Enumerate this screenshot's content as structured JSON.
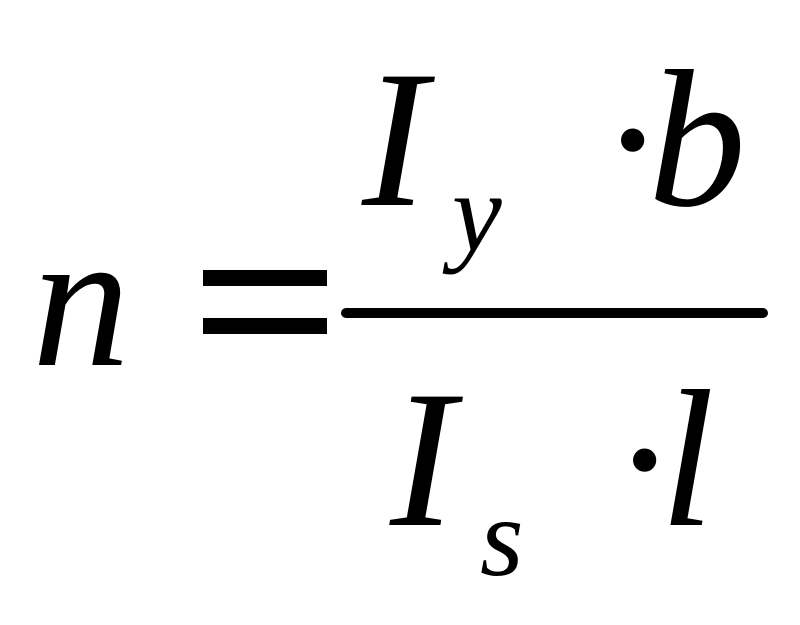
{
  "formula": {
    "lhs": "n",
    "equals": "=",
    "numerator": {
      "main": "I",
      "subscript": "y",
      "dot": "·",
      "factor": "b"
    },
    "denominator": {
      "main": "I",
      "subscript": "s",
      "dot": "·",
      "factor": "l"
    },
    "colors": {
      "ink": "#000000",
      "background": "#ffffff"
    }
  }
}
